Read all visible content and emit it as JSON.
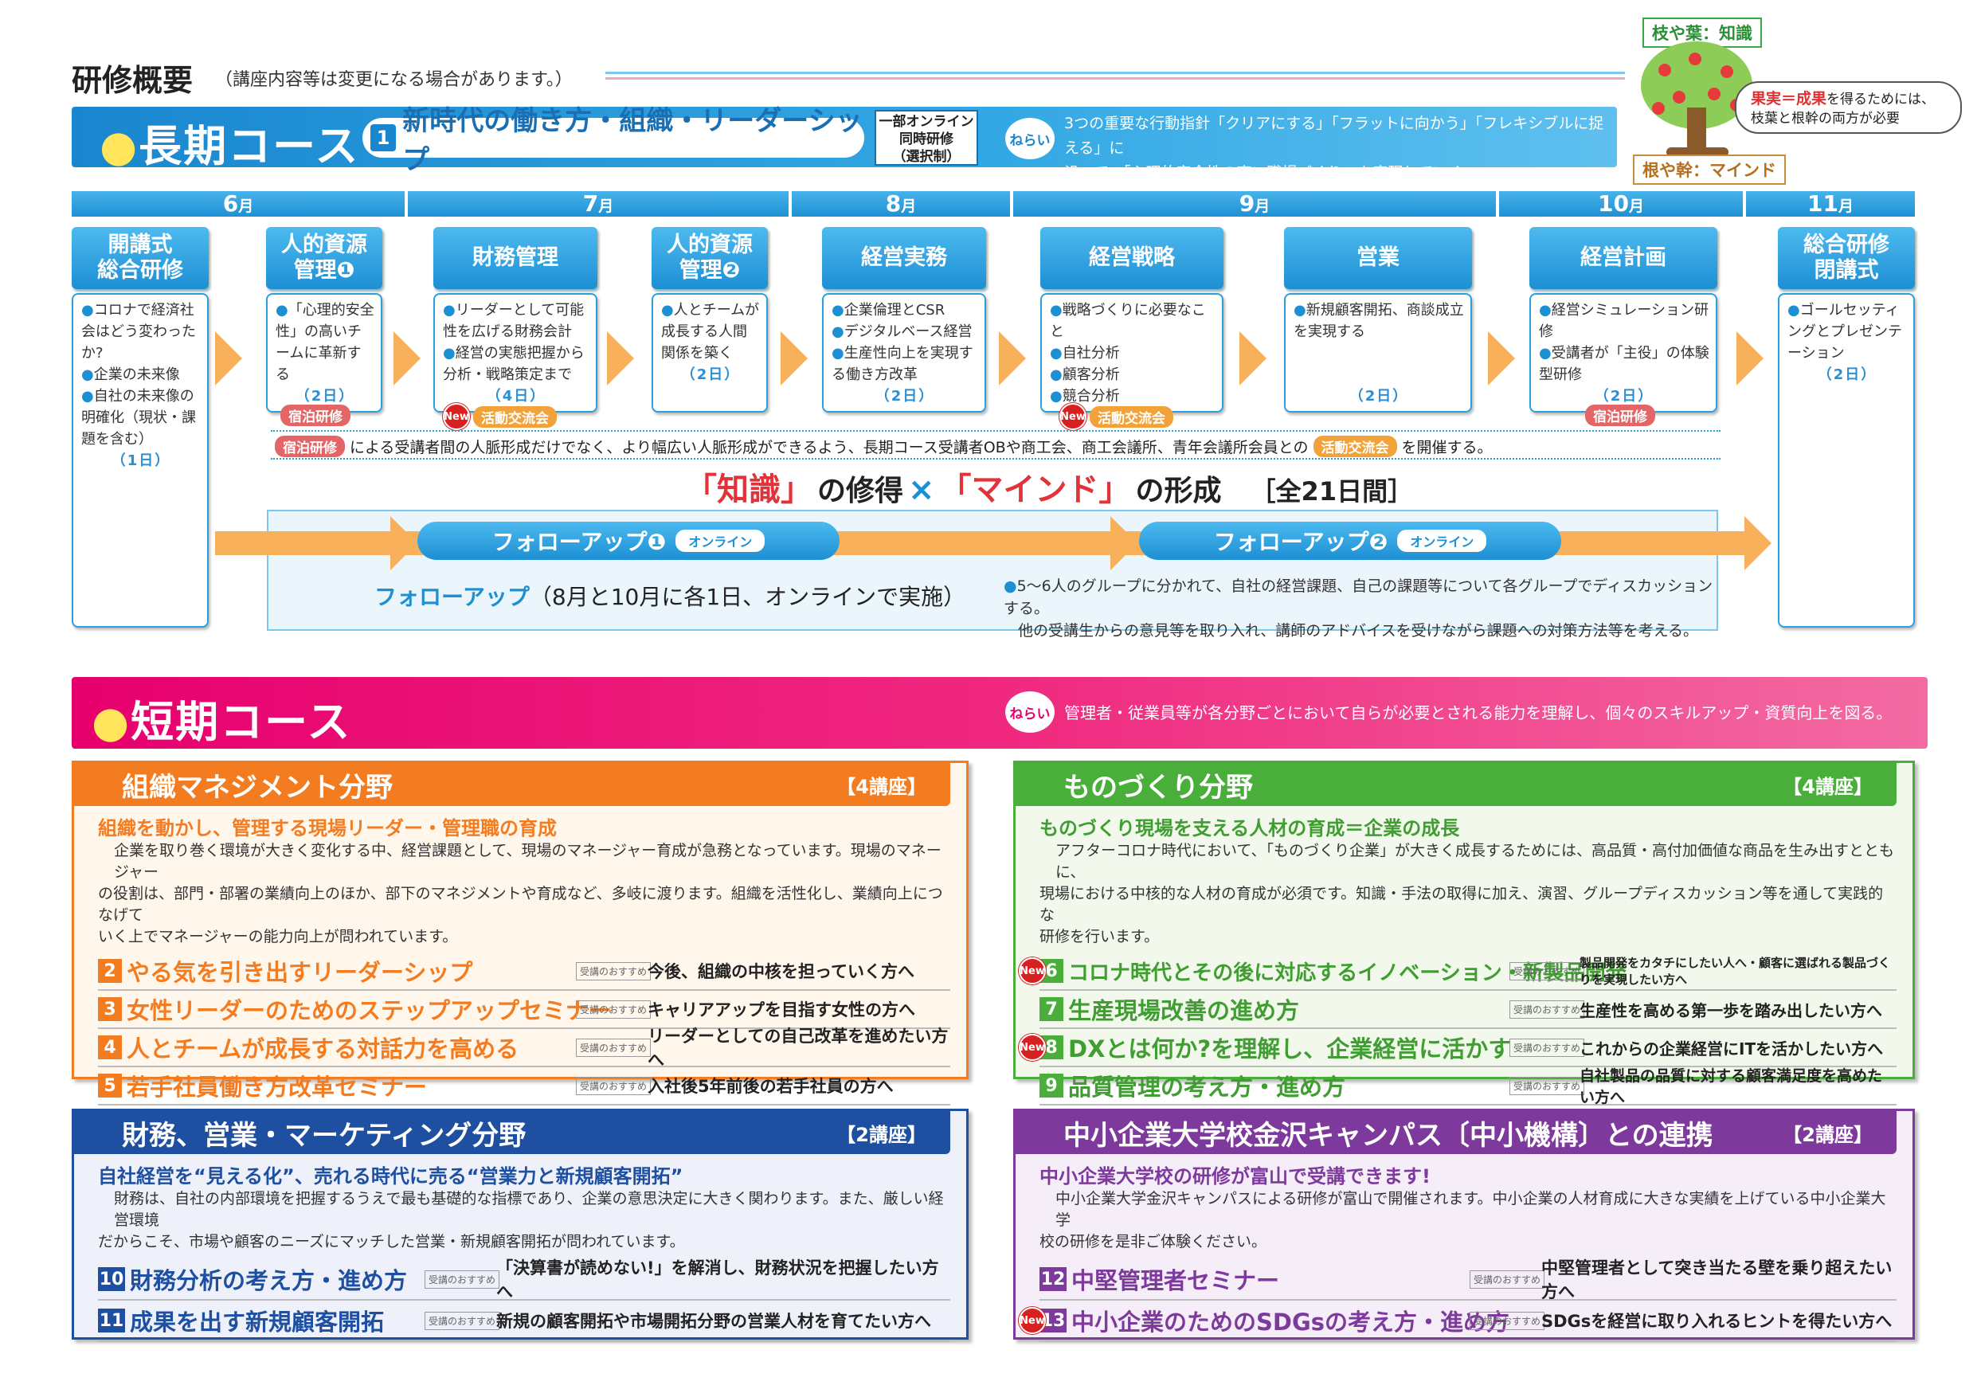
{
  "header": {
    "title": "研修概要",
    "note": "（講座内容等は変更になる場合があります。）"
  },
  "long_course": {
    "title": "長期コース",
    "course_num": "1",
    "course_name": "新時代の働き方・組織・リーダーシップ",
    "online_note": [
      "一部オンライン",
      "同時研修",
      "（選択制）"
    ],
    "nerai_label": "ねらい",
    "nerai_text": [
      "3つの重要な行動指針「クリアにする」「フラットに向かう」「フレキシブルに捉える」に",
      "沿って、「心理的安全性の高い職場づくり」を実現していく。"
    ]
  },
  "tree": {
    "top_label": "枝や葉：知識",
    "bottom_label": "根や幹：マインド",
    "bubble_red": "果実＝成果",
    "bubble_rest1": "を得るためには、",
    "bubble_rest2": "枝葉と根幹の両方が必要"
  },
  "months": [
    {
      "num": "6",
      "unit": "月"
    },
    {
      "num": "7",
      "unit": "月"
    },
    {
      "num": "8",
      "unit": "月"
    },
    {
      "num": "9",
      "unit": "月"
    },
    {
      "num": "10",
      "unit": "月"
    },
    {
      "num": "11",
      "unit": "月"
    }
  ],
  "modules": [
    {
      "head": [
        "開講式",
        "総合研修"
      ],
      "items": [
        "コロナで経済社会はどう変わったか?",
        "企業の未来像",
        "自社の未来像の明確化（現状・課題を含む）"
      ],
      "days": "（1日）"
    },
    {
      "head": [
        "人的資源",
        "管理❶"
      ],
      "items": [
        "「心理的安全性」の高いチームに革新する"
      ],
      "days": "（2日）",
      "tag": "宿泊研修"
    },
    {
      "head": [
        "財務管理"
      ],
      "items": [
        "リーダーとして可能性を広げる財務会計",
        "経営の実態把握から分析・戦略策定まで"
      ],
      "days": "（4日）",
      "tag": "活動交流会"
    },
    {
      "head": [
        "人的資源",
        "管理❷"
      ],
      "items": [
        "人とチームが成長する人間関係を築く"
      ],
      "days": "（2日）"
    },
    {
      "head": [
        "経営実務"
      ],
      "items": [
        "企業倫理とCSR",
        "デジタルベース経営",
        "生産性向上を実現する働き方改革"
      ],
      "days": "（2日）"
    },
    {
      "head": [
        "経営戦略"
      ],
      "items": [
        "戦略づくりに必要なこと",
        "自社分析",
        "顧客分析",
        "競合分析"
      ],
      "days": "（2日）",
      "tag": "活動交流会"
    },
    {
      "head": [
        "営業"
      ],
      "items": [
        "新規顧客開拓、商談成立を実現する"
      ],
      "days": "（2日）"
    },
    {
      "head": [
        "経営計画"
      ],
      "items": [
        "経営シミュレーション研修",
        "受講者が「主役」の体験型研修"
      ],
      "days": "（2日）",
      "tag": "宿泊研修"
    },
    {
      "head": [
        "総合研修",
        "閉講式"
      ],
      "items": [
        "ゴールセッティングとプレゼンテーション"
      ],
      "days": "（2日）"
    }
  ],
  "new_label": "New",
  "exchange_note": {
    "tag1": "宿泊研修",
    "text1": "による受講者間の人脈形成だけでなく、より幅広い人脈形成ができるよう、長期コース受講者OBや商工会、商工会議所、青年会議所会員との",
    "tag2": "活動交流会",
    "text2": "を開催する。"
  },
  "slogan": {
    "part1": "「知識」",
    "part2": "の修得",
    "cross": "×",
    "part3": "「マインド」",
    "part4": "の形成",
    "total": "［全21日間］"
  },
  "followup": {
    "pill1": "フォローアップ❶",
    "pill2": "フォローアップ❷",
    "online": "オンライン",
    "title": "フォローアップ",
    "desc": "（8月と10月に各1日、オンラインで実施）",
    "bullet1": "5～6人のグループに分かれて、自社の経営課題、自己の課題等について各グループでディスカッションする。",
    "bullet2": "他の受講生からの意見等を取り入れ、講師のアドバイスを受けながら課題への対策方法等を考える。"
  },
  "short_course": {
    "title": "短期コース",
    "nerai_label": "ねらい",
    "nerai_text": "管理者・従業員等が各分野ごとにおいて自らが必要とされる能力を理解し、個々のスキルアップ・資質向上を図る。"
  },
  "reco_label": "受講のおすすめ",
  "fields": {
    "org": {
      "title": "組織マネジメント分野",
      "count": "【4講座】",
      "sub": "組織を動かし、管理する現場リーダー・管理職の育成",
      "desc": [
        "企業を取り巻く環境が大きく変化する中、経営課題として、現場のマネージャー育成が急務となっています。現場のマネージャー",
        "の役割は、部門・部署の業績向上のほか、部下のマネジメントや育成など、多岐に渡ります。組織を活性化し、業績向上につなげて",
        "いく上でマネージャーの能力向上が問われています。"
      ],
      "courses": [
        {
          "num": "2",
          "name": "やる気を引き出すリーダーシップ",
          "target": "今後、組織の中核を担っていく方へ"
        },
        {
          "num": "3",
          "name": "女性リーダーのためのステップアップセミナー",
          "target": "キャリアアップを目指す女性の方へ"
        },
        {
          "num": "4",
          "name": "人とチームが成長する対話力を高める",
          "target": "リーダーとしての自己改革を進めたい方へ"
        },
        {
          "num": "5",
          "name": "若手社員働き方改革セミナー",
          "target": "入社後5年前後の若手社員の方へ"
        }
      ]
    },
    "mono": {
      "title": "ものづくり分野",
      "count": "【4講座】",
      "sub": "ものづくり現場を支える人材の育成＝企業の成長",
      "desc": [
        "アフターコロナ時代において、「ものづくり企業」が大きく成長するためには、高品質・高付加価値な商品を生み出すとともに、",
        "現場における中核的な人材の育成が必須です。知識・手法の取得に加え、演習、グループディスカッション等を通して実践的な",
        "研修を行います。"
      ],
      "courses": [
        {
          "num": "6",
          "name": "コロナ時代とその後に対応するイノベーション・新製品開発",
          "target": "製品開発をカタチにしたい人へ・顧客に選ばれる製品づくりを実現したい方へ",
          "new": true
        },
        {
          "num": "7",
          "name": "生産現場改善の進め方",
          "target": "生産性を高める第一歩を踏み出したい方へ"
        },
        {
          "num": "8",
          "name": "DXとは何か?を理解し、企業経営に活かす",
          "target": "これからの企業経営にITを活かしたい方へ",
          "new": true
        },
        {
          "num": "9",
          "name": "品質管理の考え方・進め方",
          "target": "自社製品の品質に対する顧客満足度を高めたい方へ"
        }
      ]
    },
    "fin": {
      "title": "財務、営業・マーケティング分野",
      "count": "【2講座】",
      "sub": "自社経営を“見える化”、売れる時代に売る“営業力と新規顧客開拓”",
      "desc": [
        "財務は、自社の内部環境を把握するうえで最も基礎的な指標であり、企業の意思決定に大きく関わります。また、厳しい経営環境",
        "だからこそ、市場や顧客のニーズにマッチした営業・新規顧客開拓が問われています。"
      ],
      "courses": [
        {
          "num": "10",
          "name": "財務分析の考え方・進め方",
          "target": "「決算書が読めない!」を解消し、財務状況を把握したい方へ"
        },
        {
          "num": "11",
          "name": "成果を出す新規顧客開拓",
          "target": "新規の顧客開拓や市場開拓分野の営業人材を育てたい方へ"
        }
      ]
    },
    "univ": {
      "title": "中小企業大学校金沢キャンパス〔中小機構〕との連携",
      "count": "【2講座】",
      "sub": "中小企業大学校の研修が富山で受講できます!",
      "desc": [
        "中小企業大学金沢キャンパスによる研修が富山で開催されます。中小企業の人材育成に大きな実績を上げている中小企業大学",
        "校の研修を是非ご体験ください。"
      ],
      "courses": [
        {
          "num": "12",
          "name": "中堅管理者セミナー",
          "target": "中堅管理者として突き当たる壁を乗り超えたい方へ"
        },
        {
          "num": "13",
          "name": "中小企業のためのSDGsの考え方・進め方",
          "target": "SDGsを経営に取り入れるヒントを得たい方へ",
          "new": true
        }
      ]
    }
  },
  "colors": {
    "blue": "#1d8fd3",
    "orange": "#f47c20",
    "green": "#4aae3a",
    "navy": "#1e4fa0",
    "purple": "#7d3a9c",
    "pink": "#e6006e"
  }
}
